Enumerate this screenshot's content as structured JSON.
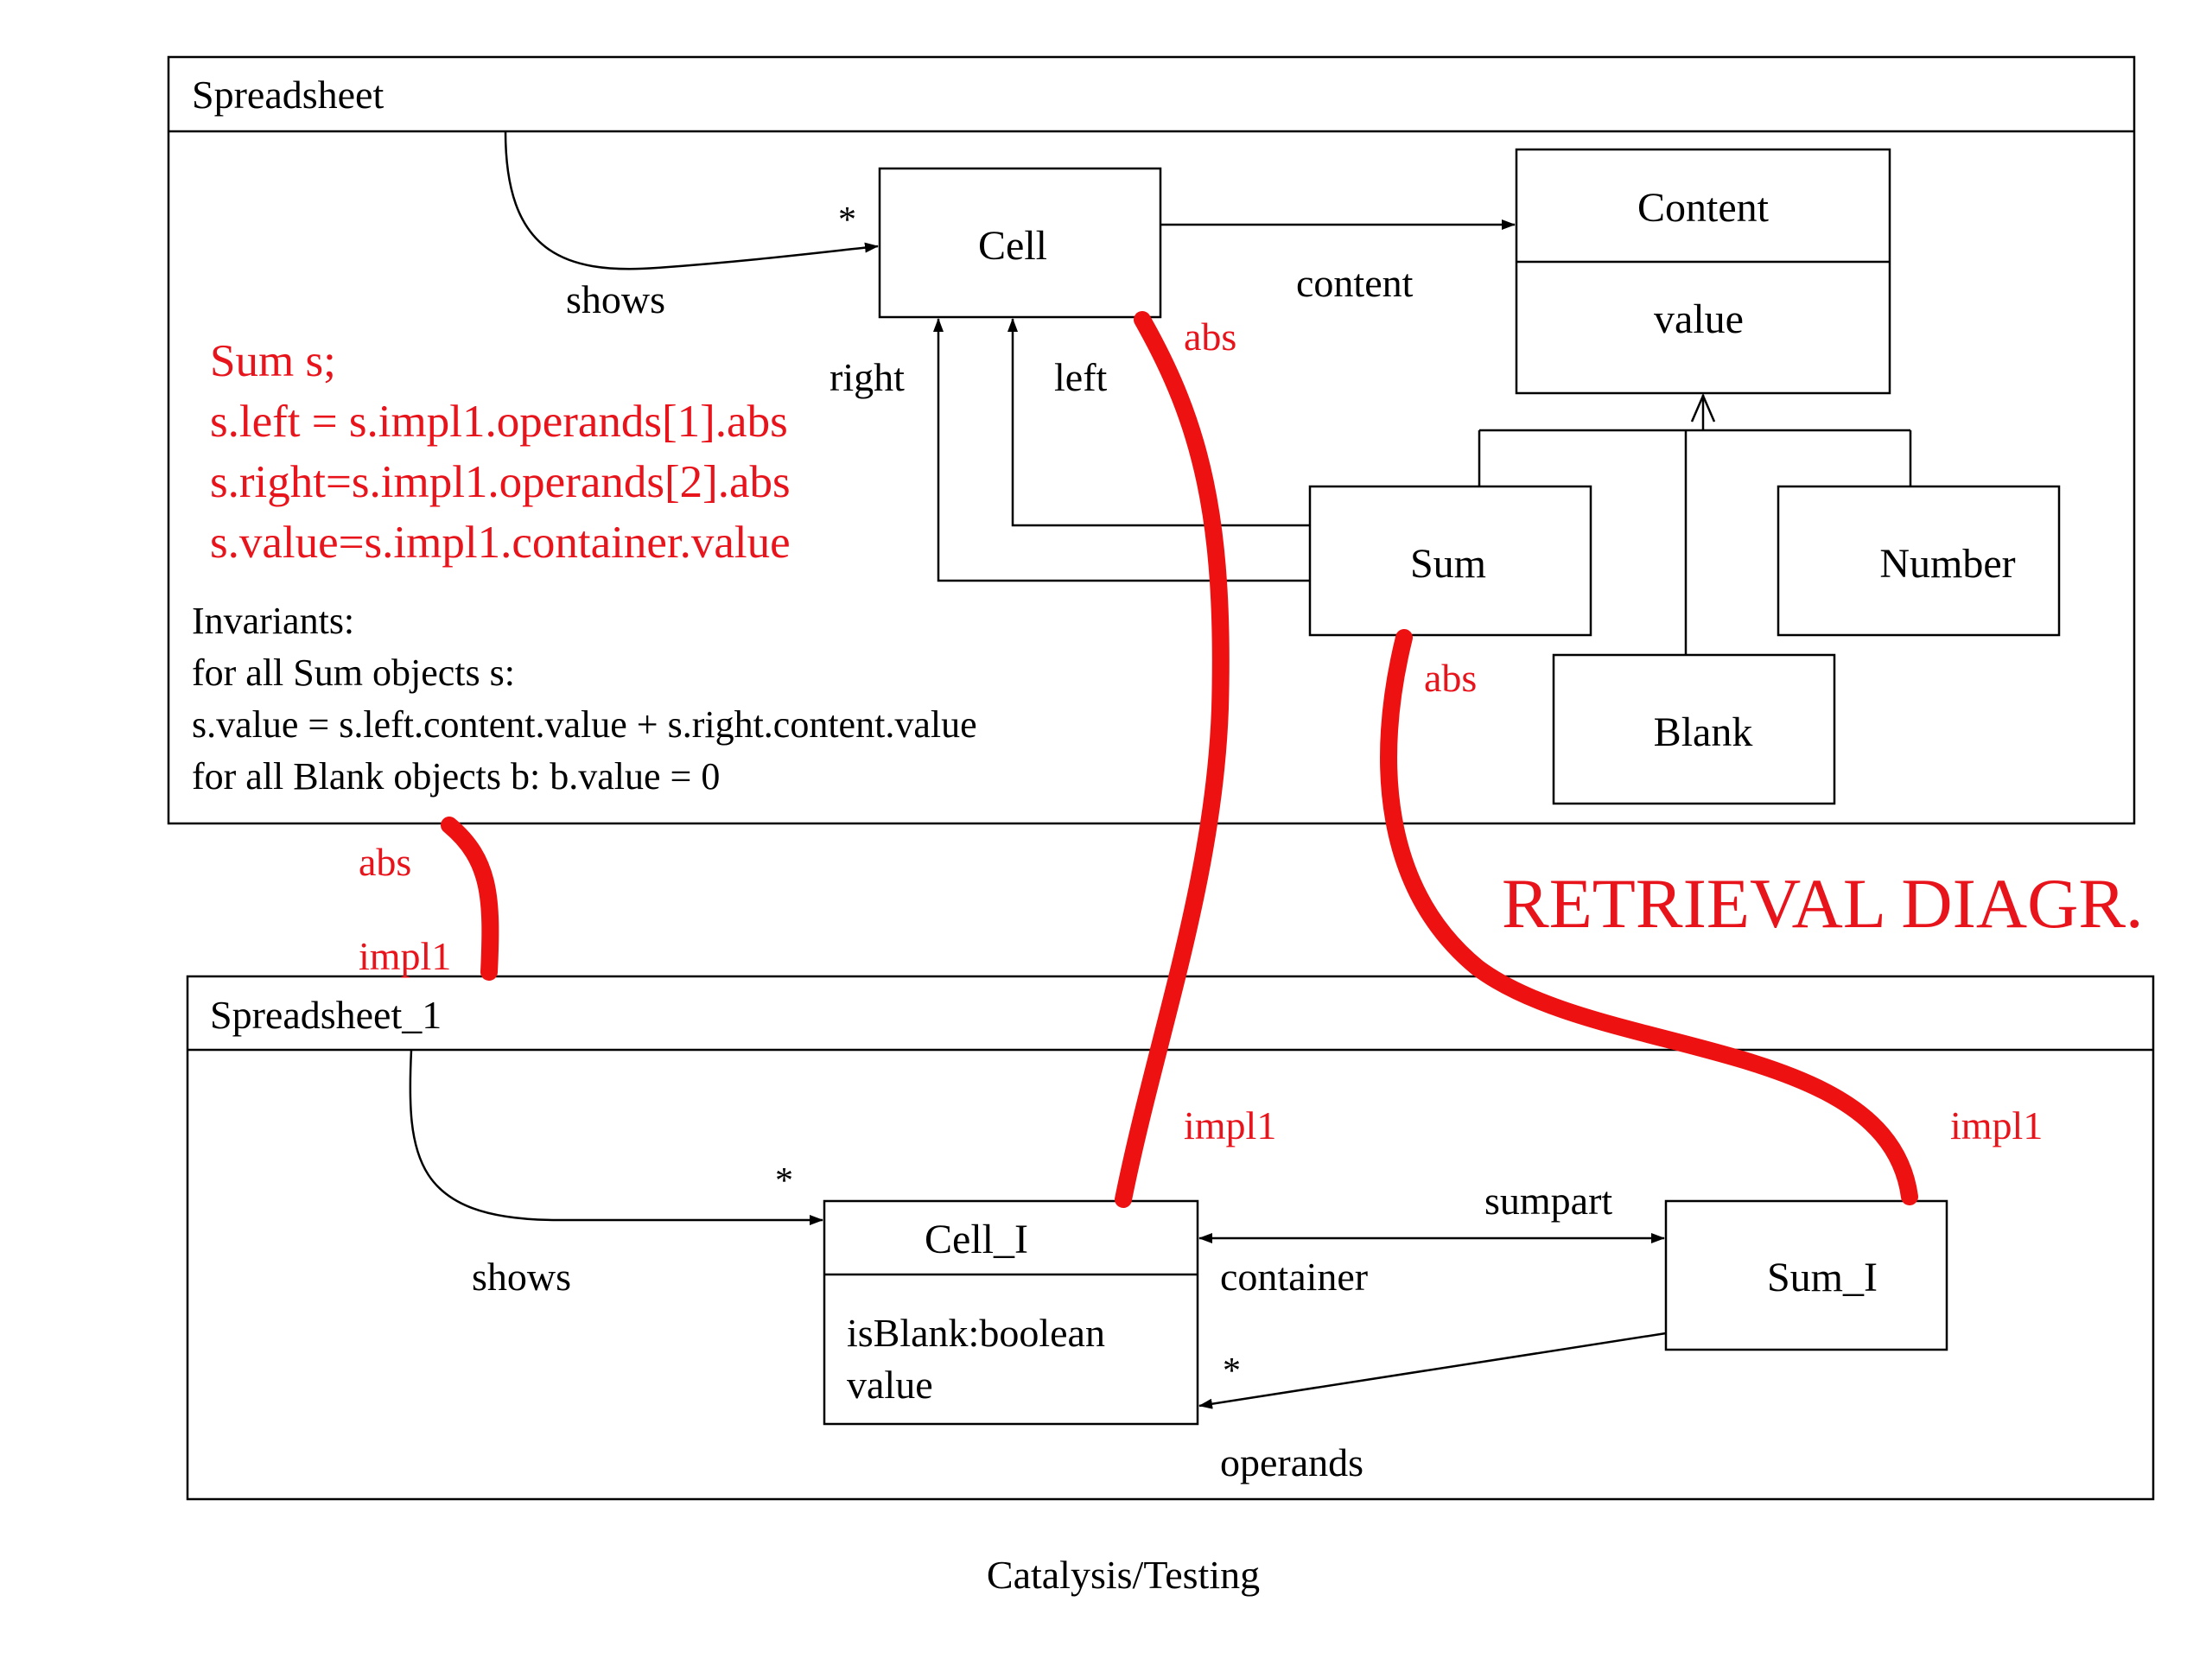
{
  "spreadsheet": {
    "title": "Spreadsheet",
    "cell": "Cell",
    "content": {
      "name": "Content",
      "attr": "value"
    },
    "sum": "Sum",
    "number": "Number",
    "blank": "Blank",
    "labels": {
      "star": "*",
      "shows": "shows",
      "content": "content",
      "right": "right",
      "left": "left"
    },
    "retrieval": [
      "Sum s;",
      "s.left = s.impl1.operands[1].abs",
      "s.right=s.impl1.operands[2].abs",
      "s.value=s.impl1.container.value"
    ],
    "invariants": [
      "Invariants:",
      "for all Sum objects s:",
      "s.value = s.left.content.value + s.right.content.value",
      "for all Blank objects b: b.value = 0"
    ]
  },
  "spreadsheet1": {
    "title": "Spreadsheet_1",
    "cell": {
      "name": "Cell_I",
      "attrs": [
        "isBlank:boolean",
        "value"
      ]
    },
    "sum": "Sum_I",
    "labels": {
      "star1": "*",
      "shows": "shows",
      "sumpart": "sumpart",
      "container": "container",
      "star2": "*",
      "operands": "operands"
    }
  },
  "mapping_labels": {
    "abs_cell": "abs",
    "abs_sum": "abs",
    "abs_sheet": "abs",
    "impl1_sheet": "impl1",
    "impl1_cell": "impl1",
    "impl1_sum": "impl1"
  },
  "banner": "RETRIEVAL DIAGR.",
  "footer": "Catalysis/Testing",
  "colors": {
    "retrieval_red": "#e8141c",
    "ink": "#000000"
  }
}
